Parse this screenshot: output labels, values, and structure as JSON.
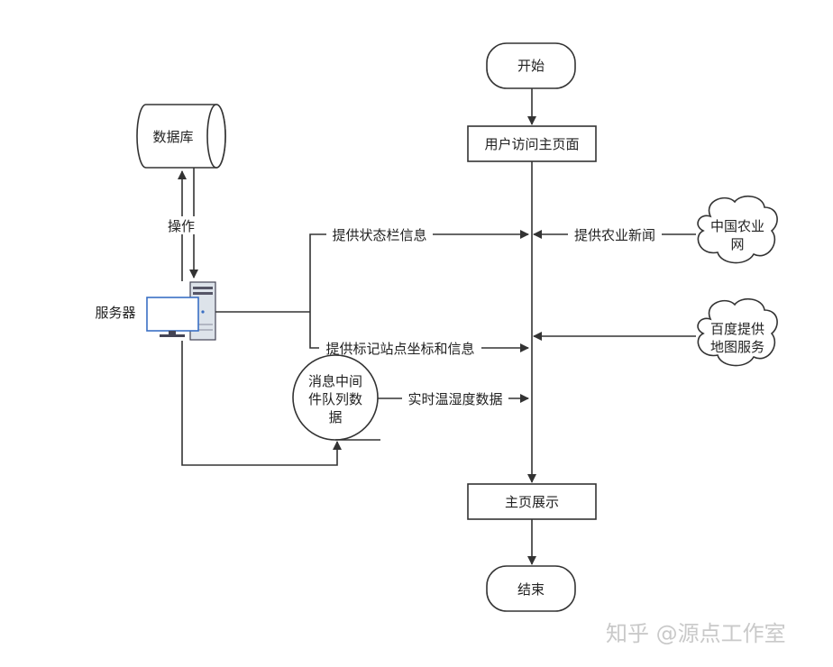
{
  "nodes": {
    "start": "开始",
    "user_visit_home": "用户访问主页面",
    "home_display": "主页展示",
    "end": "结束",
    "database": "数据库",
    "server": "服务器",
    "mq_line1": "消息中间",
    "mq_line2": "件队列数",
    "mq_line3": "据",
    "agri_news_line1": "中国农业",
    "agri_news_line2": "网",
    "baidu_line1": "百度提供",
    "baidu_line2": "地图服务"
  },
  "edges": {
    "db_operation": "操作",
    "status_bar": "提供状态栏信息",
    "agri_news": "提供农业新闻",
    "station_coords": "提供标记站点坐标和信息",
    "temp_humidity": "实时温湿度数据"
  },
  "watermark": "知乎 @源点工作室"
}
